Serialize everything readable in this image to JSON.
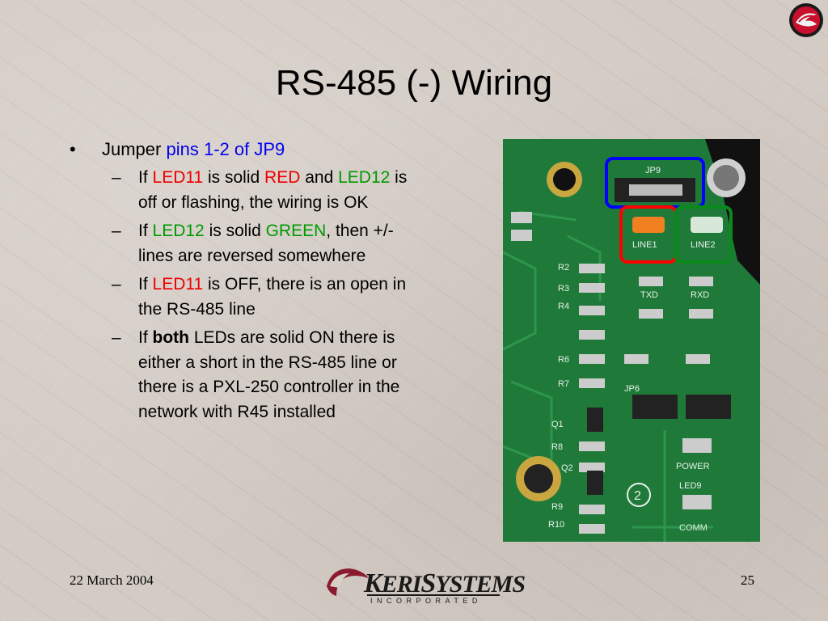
{
  "slide": {
    "title": "RS-485 (-) Wiring",
    "colors": {
      "blue": "#0000ee",
      "red": "#ee0000",
      "green": "#009900",
      "background": "#d3cbc4"
    },
    "bullet": {
      "symbol": "•",
      "text_plain": "Jumper ",
      "text_highlight": "pins 1-2 of JP9"
    },
    "subbullets": {
      "dash": "–",
      "item1": {
        "a": "If ",
        "b": "LED11",
        "c": " is solid ",
        "d": "RED",
        "e": " and ",
        "f": "LED12",
        "g": " is off or flashing, the wiring is OK"
      },
      "item2": {
        "a": "If ",
        "b": "LED12",
        "c": " is solid ",
        "d": "GREEN",
        "e": ", then +/- lines are reversed somewhere"
      },
      "item3": {
        "a": "If ",
        "b": "LED11",
        "c": " is OFF, there is an open in the RS-485 line"
      },
      "item4": {
        "a": "If ",
        "b": "both",
        "c": " LEDs are solid ON there is either a short in the RS-485 line or there is a PXL-250 controller in the network with R45 installed"
      }
    },
    "photo": {
      "labels": {
        "jp9": "JP9",
        "line1": "LINE1",
        "line2": "LINE2",
        "r2": "R2",
        "r3": "R3",
        "r4": "R4",
        "r6": "R6",
        "r7": "R7",
        "q1": "Q1",
        "q2": "Q2",
        "r8": "R8",
        "r9": "R9",
        "r10": "R10",
        "txd": "TXD",
        "rxd": "RXD",
        "power": "POWER",
        "led9": "LED9",
        "comm": "COMM",
        "jp6": "JP6",
        "num": "2"
      }
    },
    "footer": {
      "date": "22 March 2004",
      "page": "25",
      "logo_brand_k": "K",
      "logo_brand_rest": "ERI",
      "logo_brand_s": "S",
      "logo_brand_rest2": "YSTEMS",
      "logo_sub": "INCORPORATED"
    },
    "icons": {
      "corner": "keri-logo-icon"
    }
  }
}
